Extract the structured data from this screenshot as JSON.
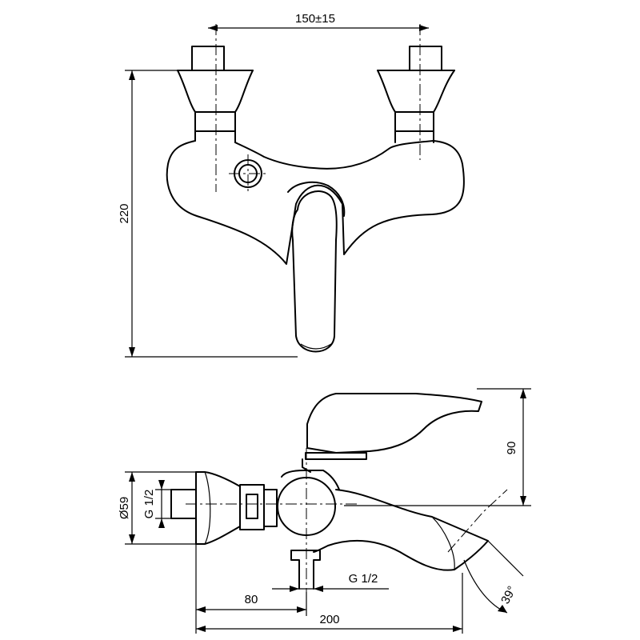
{
  "dimensions": {
    "spacing": "150±15",
    "height_total": "220",
    "height_lever": "90",
    "diameter": "Ø59",
    "thread_inlet": "G 1/2",
    "thread_outlet": "G 1/2",
    "depth_outlet": "80",
    "depth_total": "200",
    "spout_angle": "39°"
  },
  "colors": {
    "line": "#000000",
    "background": "#ffffff"
  }
}
